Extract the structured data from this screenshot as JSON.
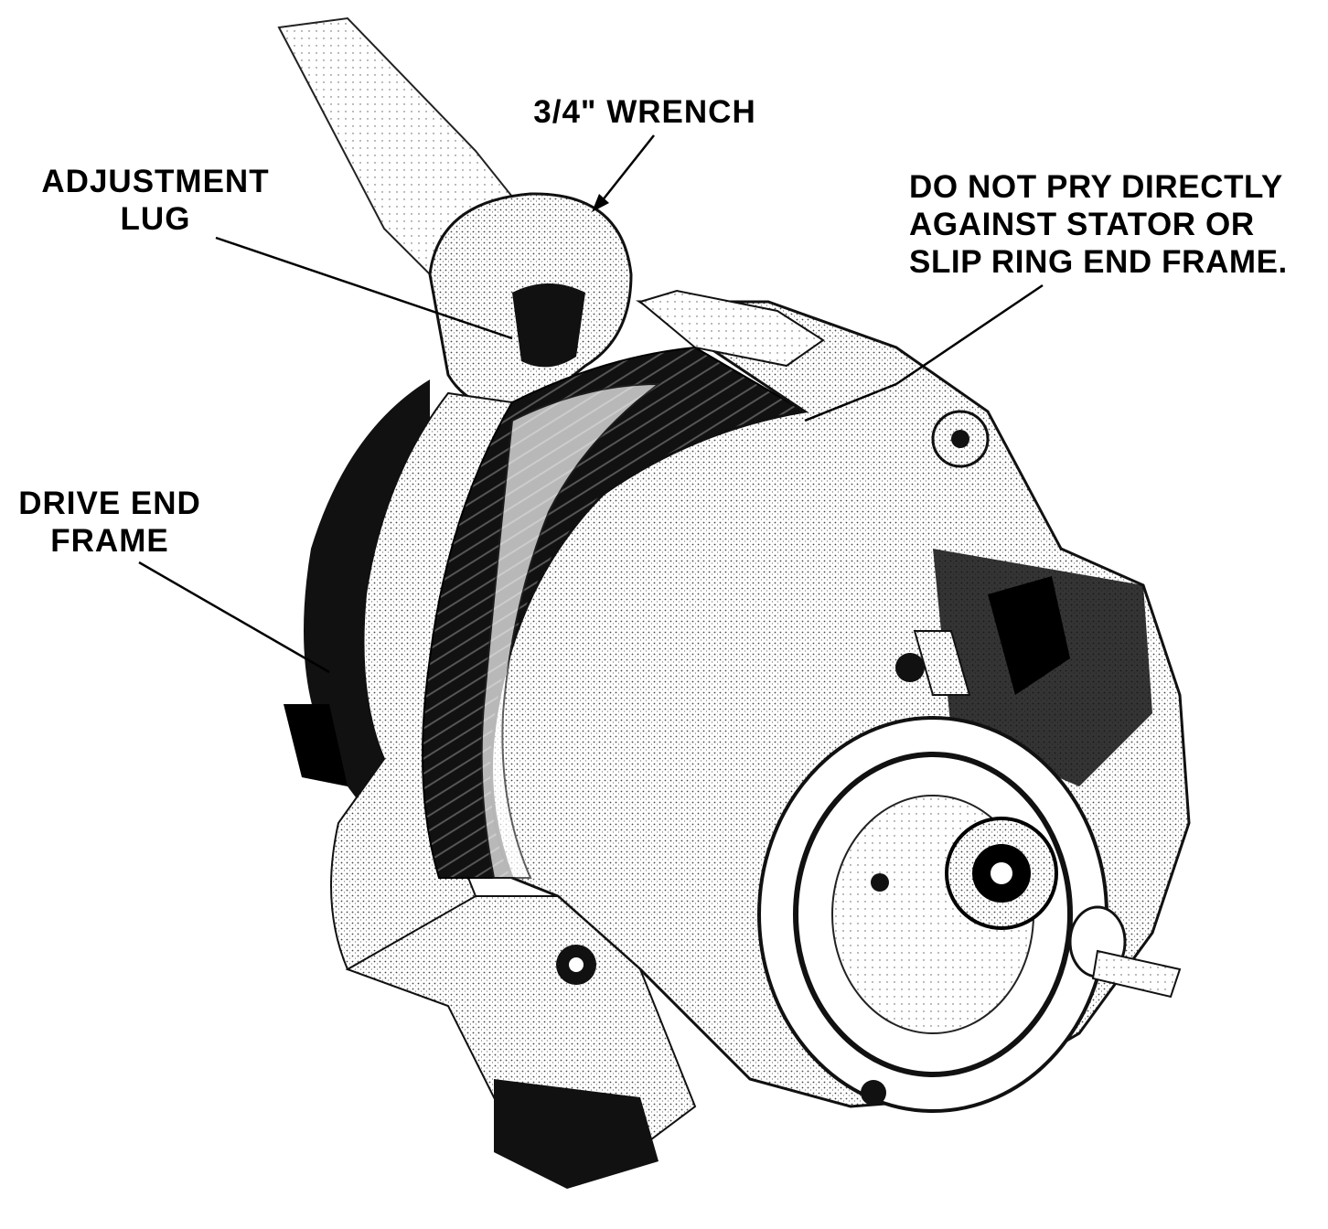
{
  "figure": {
    "subject": "alternator-with-wrench",
    "ink_color": "#000000",
    "paper_color": "#ffffff"
  },
  "callouts": {
    "wrench": {
      "line1": "3/4\" WRENCH"
    },
    "adjustment_lug": {
      "line1": "ADJUSTMENT",
      "line2": "LUG"
    },
    "drive_end_frame": {
      "line1": "DRIVE END",
      "line2": "FRAME"
    },
    "warning": {
      "line1": "DO NOT PRY DIRECTLY",
      "line2": "AGAINST STATOR OR",
      "line3": "SLIP RING END FRAME."
    }
  }
}
